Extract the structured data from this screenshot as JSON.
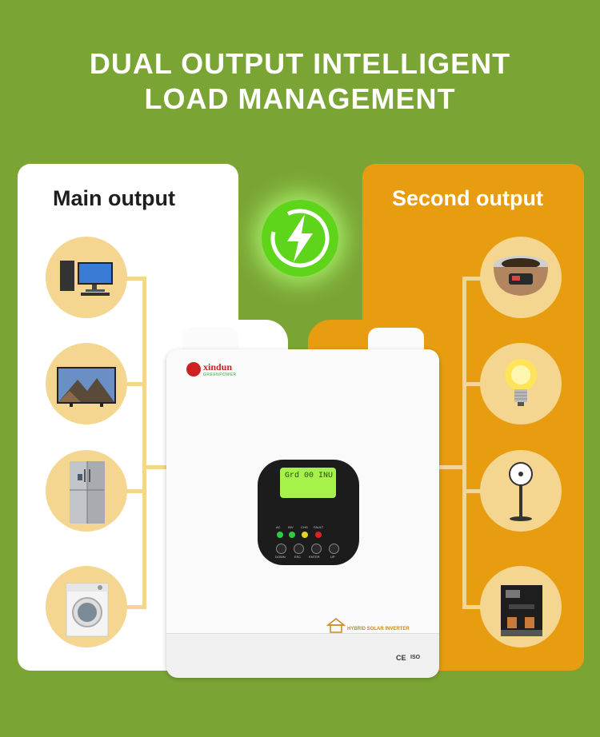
{
  "heading": {
    "line1": "DUAL OUTPUT INTELLIGENT",
    "line2": "LOAD MANAGEMENT"
  },
  "main_output": {
    "title": "Main output",
    "appliances": [
      "desktop-computer-icon",
      "television-icon",
      "refrigerator-icon",
      "washing-machine-icon"
    ]
  },
  "second_output": {
    "title": "Second output",
    "appliances": [
      "rice-cooker-icon",
      "light-bulb-icon",
      "electric-fan-icon",
      "coffee-machine-icon"
    ]
  },
  "center_icon": "lightning-bolt-icon",
  "inverter": {
    "brand": "xindun",
    "brand_sub": "GREENPOWER",
    "product_label": "HYBRID SOLAR INVERTER",
    "lcd_text": "Grd 00  INU",
    "leds": [
      "AC",
      "INV",
      "CHG",
      "FAULT"
    ],
    "buttons": [
      "DOWN",
      "ESC",
      "ENTER",
      "UP"
    ],
    "certs": [
      "CE",
      "ISO"
    ]
  },
  "colors": {
    "background": "#7aa535",
    "second_panel": "#e89c10",
    "circle": "#f4d690",
    "bolt": "#5ed41a"
  }
}
